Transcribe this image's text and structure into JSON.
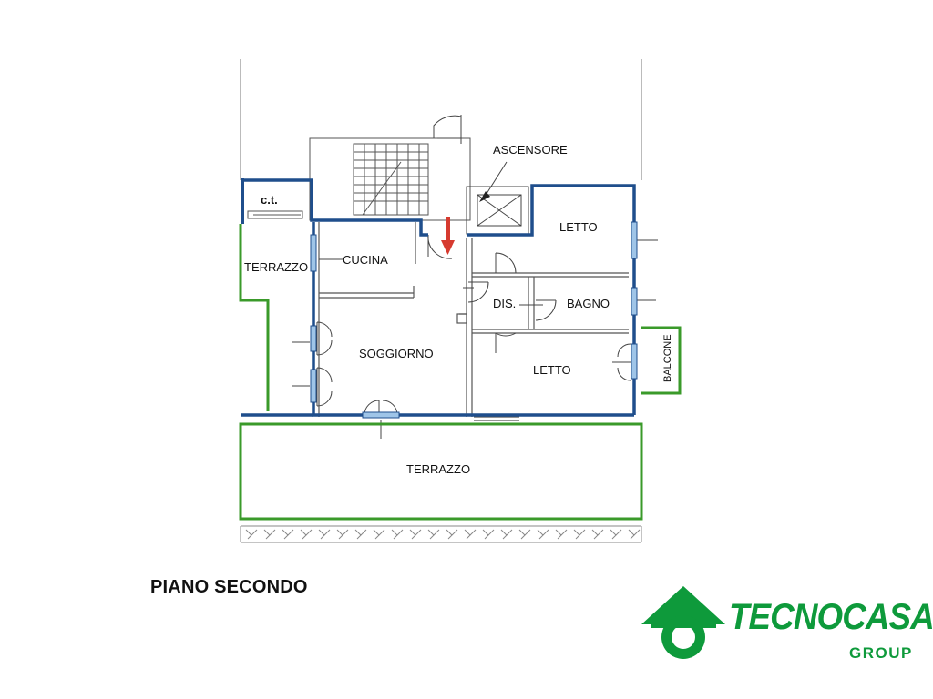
{
  "plan": {
    "rooms": {
      "ct": "c.t.",
      "terrazzo_left": "TERRAZZO",
      "cucina": "CUCINA",
      "ascensore": "ASCENSORE",
      "letto_top": "LETTO",
      "dis": "DIS.",
      "bagno": "BAGNO",
      "soggiorno": "SOGGIORNO",
      "letto_bottom": "LETTO",
      "balcone": "BALCONE",
      "terrazzo_bottom": "TERRAZZO"
    },
    "colors": {
      "wall": "#555555",
      "unit_outline": "#1f4e8c",
      "terrace_outline": "#3a9a2a",
      "window": "#9fc5e8",
      "entry_arrow": "#d63a2f"
    }
  },
  "title": "PIANO SECONDO",
  "logo": {
    "brand": "TECNOCASA",
    "sub": "GROUP",
    "reg_mark": "®",
    "color": "#0e9a3b"
  }
}
